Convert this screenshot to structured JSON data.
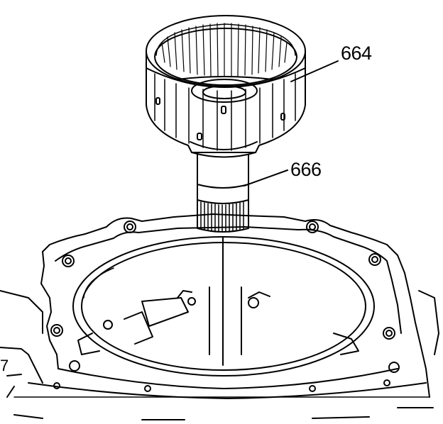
{
  "callouts": {
    "drum": "664",
    "shaft": "666",
    "edge_fragment": "7"
  },
  "colors": {
    "line": "#000000",
    "background": "#ffffff"
  }
}
